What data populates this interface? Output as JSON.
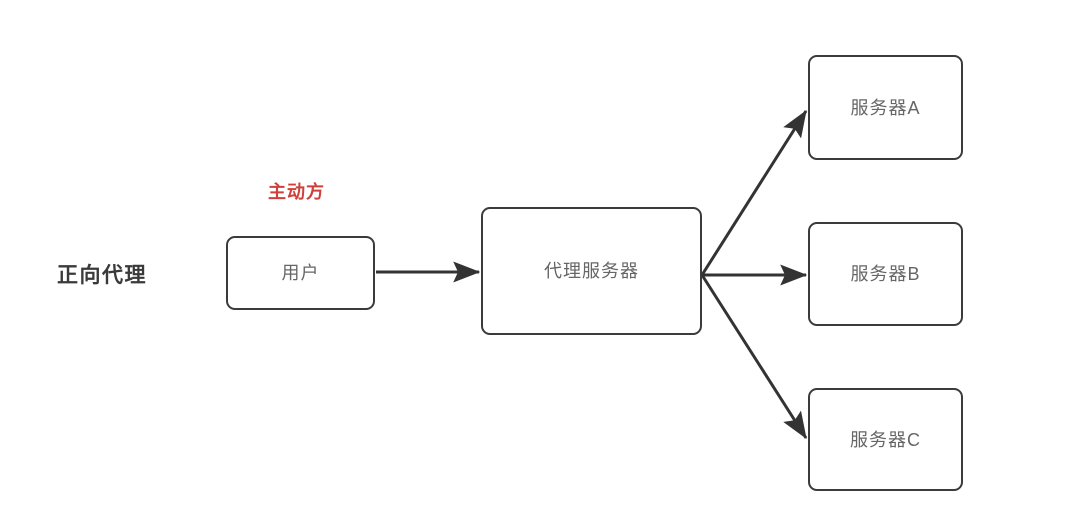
{
  "diagram": {
    "title": "正向代理",
    "annotation": "主动方",
    "annotation_color": "#d0403a",
    "node_border_color": "#3b3b3b",
    "node_text_color": "#666666",
    "title_color": "#3a3a3a",
    "background_color": "#ffffff",
    "nodes": [
      {
        "id": "user",
        "label": "用户"
      },
      {
        "id": "proxy",
        "label": "代理服务器"
      },
      {
        "id": "server_a",
        "label": "服务器A"
      },
      {
        "id": "server_b",
        "label": "服务器B"
      },
      {
        "id": "server_c",
        "label": "服务器C"
      }
    ],
    "edges": [
      {
        "from": "user",
        "to": "server_a_via_proxy",
        "label": ""
      },
      {
        "from": "proxy",
        "to": "server_a",
        "label": ""
      },
      {
        "from": "proxy",
        "to": "server_b",
        "label": ""
      },
      {
        "from": "proxy",
        "to": "server_c",
        "label": ""
      }
    ]
  }
}
